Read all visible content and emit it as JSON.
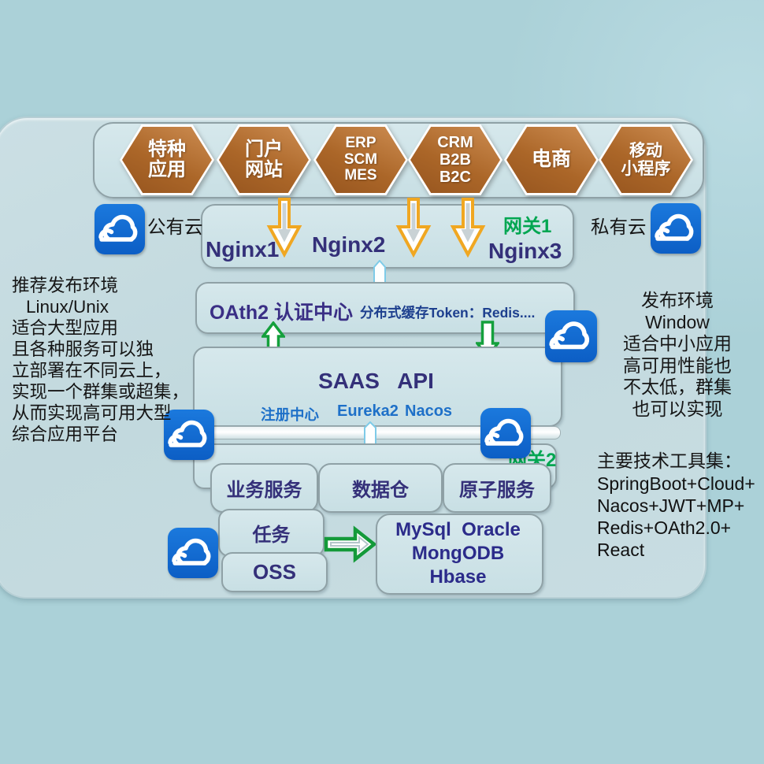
{
  "apps": {
    "items": [
      {
        "lines": [
          "特种",
          "应用"
        ]
      },
      {
        "lines": [
          "门户",
          "网站"
        ]
      },
      {
        "lines": [
          "ERP",
          "SCM",
          "MES"
        ]
      },
      {
        "lines": [
          "CRM",
          "B2B",
          "B2C"
        ]
      },
      {
        "lines": [
          "电商"
        ]
      },
      {
        "lines": [
          "移动",
          "小程序"
        ]
      }
    ]
  },
  "clouds": {
    "public_label": "公有云",
    "private_label": "私有云"
  },
  "gateway1": {
    "label": "网关1",
    "nginx1": "Nginx1",
    "nginx2": "Nginx2",
    "nginx3": "Nginx3"
  },
  "auth": {
    "title": "OAth2 认证中心",
    "cache": "分布式缓存Token：Redis...."
  },
  "saas": {
    "title": "SAAS   API",
    "registry_label": "注册中心",
    "opt1": "Eureka2",
    "opt2": "Nacos"
  },
  "gateway2": {
    "label": "网关2"
  },
  "services": {
    "items": [
      "业务服务",
      "数据仓",
      "原子服务"
    ]
  },
  "jobs": {
    "task": "任务",
    "oss": "OSS"
  },
  "databases": {
    "lines": [
      "MySql  Oracle",
      "MongODB",
      "Hbase"
    ]
  },
  "left_note": {
    "lines": [
      "推荐发布环境",
      "Linux/Unix",
      "适合大型应用",
      "且各种服务可以独",
      "立部署在不同云上，",
      "实现一个群集或超集，",
      "从而实现高可用大型",
      "综合应用平台"
    ]
  },
  "right_note": {
    "lines": [
      "发布环境",
      "Window",
      "适合中小应用",
      "高可用性能也",
      "不太低，群集",
      "也可以实现"
    ]
  },
  "tech_note": {
    "title": "主要技术工具集：",
    "lines": [
      "SpringBoot+Cloud+",
      "Nacos+JWT+MP+",
      "Redis+OAth2.0+",
      "React"
    ]
  },
  "colors": {
    "background": "#abd1d8",
    "hexagon_brown": "#ab6628",
    "cloud_blue": "#1166cc",
    "navy_text": "#343079",
    "green_text": "#00a651",
    "blue_text": "#1e70c8"
  }
}
